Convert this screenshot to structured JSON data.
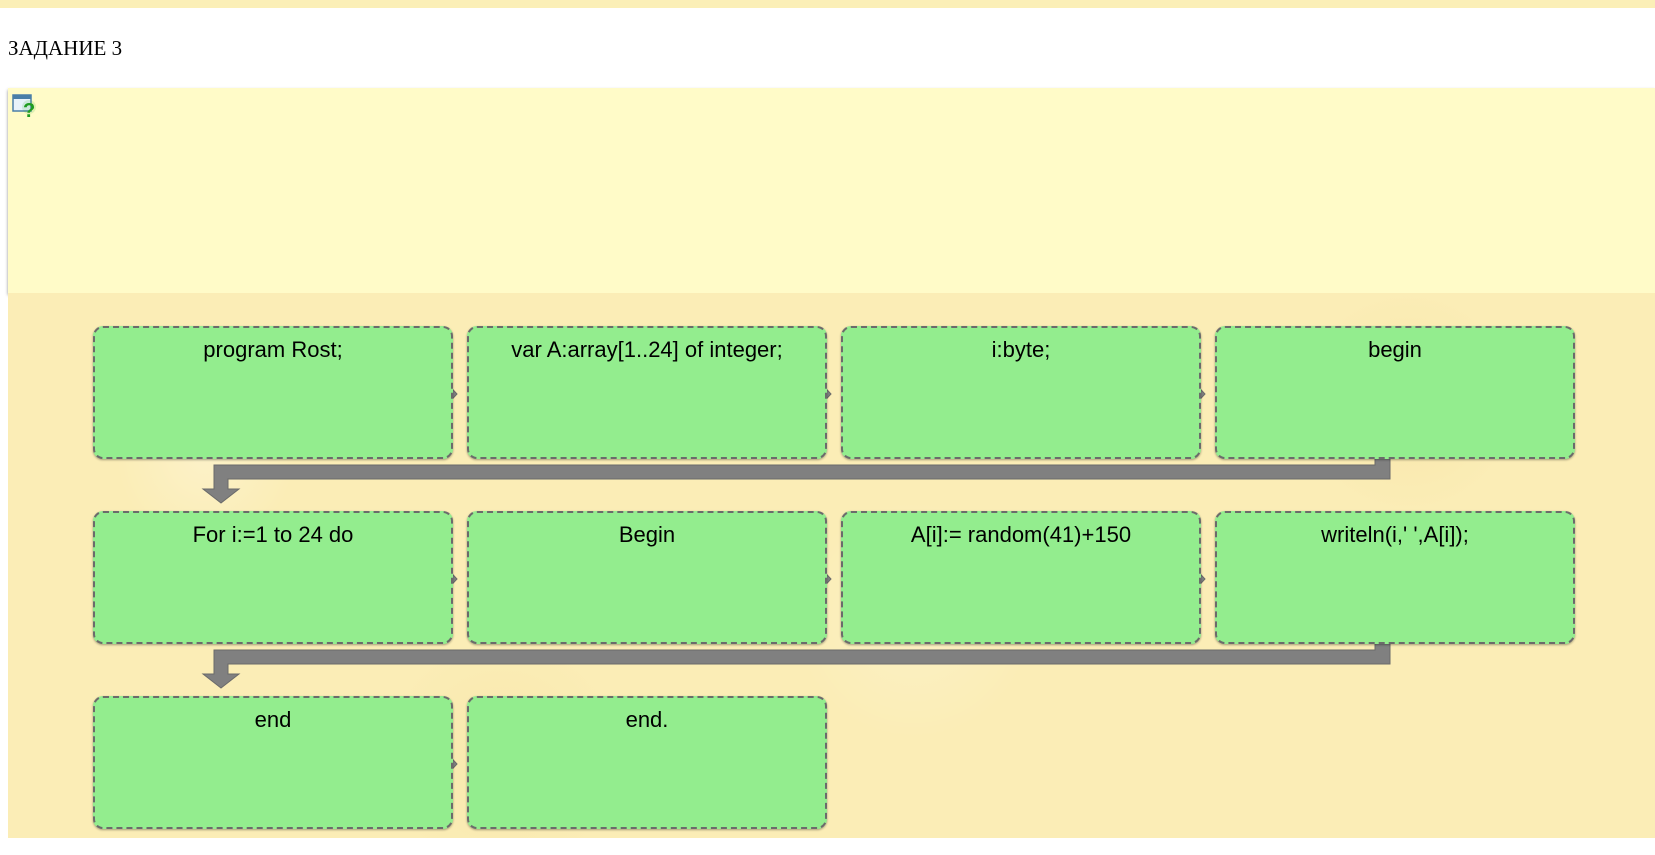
{
  "task": {
    "title": "ЗАДАНИЕ 3"
  },
  "icons": {
    "help": "help-question-icon",
    "arrow": "arrow-right-icon"
  },
  "colors": {
    "block_fill": "#93ed8e",
    "block_border": "#6b6b6b",
    "connector": "#808080",
    "question_panel": "#fffbc8",
    "work_area": "#fbedb6"
  },
  "blocks": [
    {
      "text": "program Rost;"
    },
    {
      "text": "var A:array[1..24] of integer;"
    },
    {
      "text": "i:byte;"
    },
    {
      "text": "begin"
    },
    {
      "text": "For i:=1 to 24 do"
    },
    {
      "text": "Begin"
    },
    {
      "text": "A[i]:= random(41)+150"
    },
    {
      "text": "writeln(i,' ',A[i]);"
    },
    {
      "text": "end"
    },
    {
      "text": "end."
    }
  ]
}
